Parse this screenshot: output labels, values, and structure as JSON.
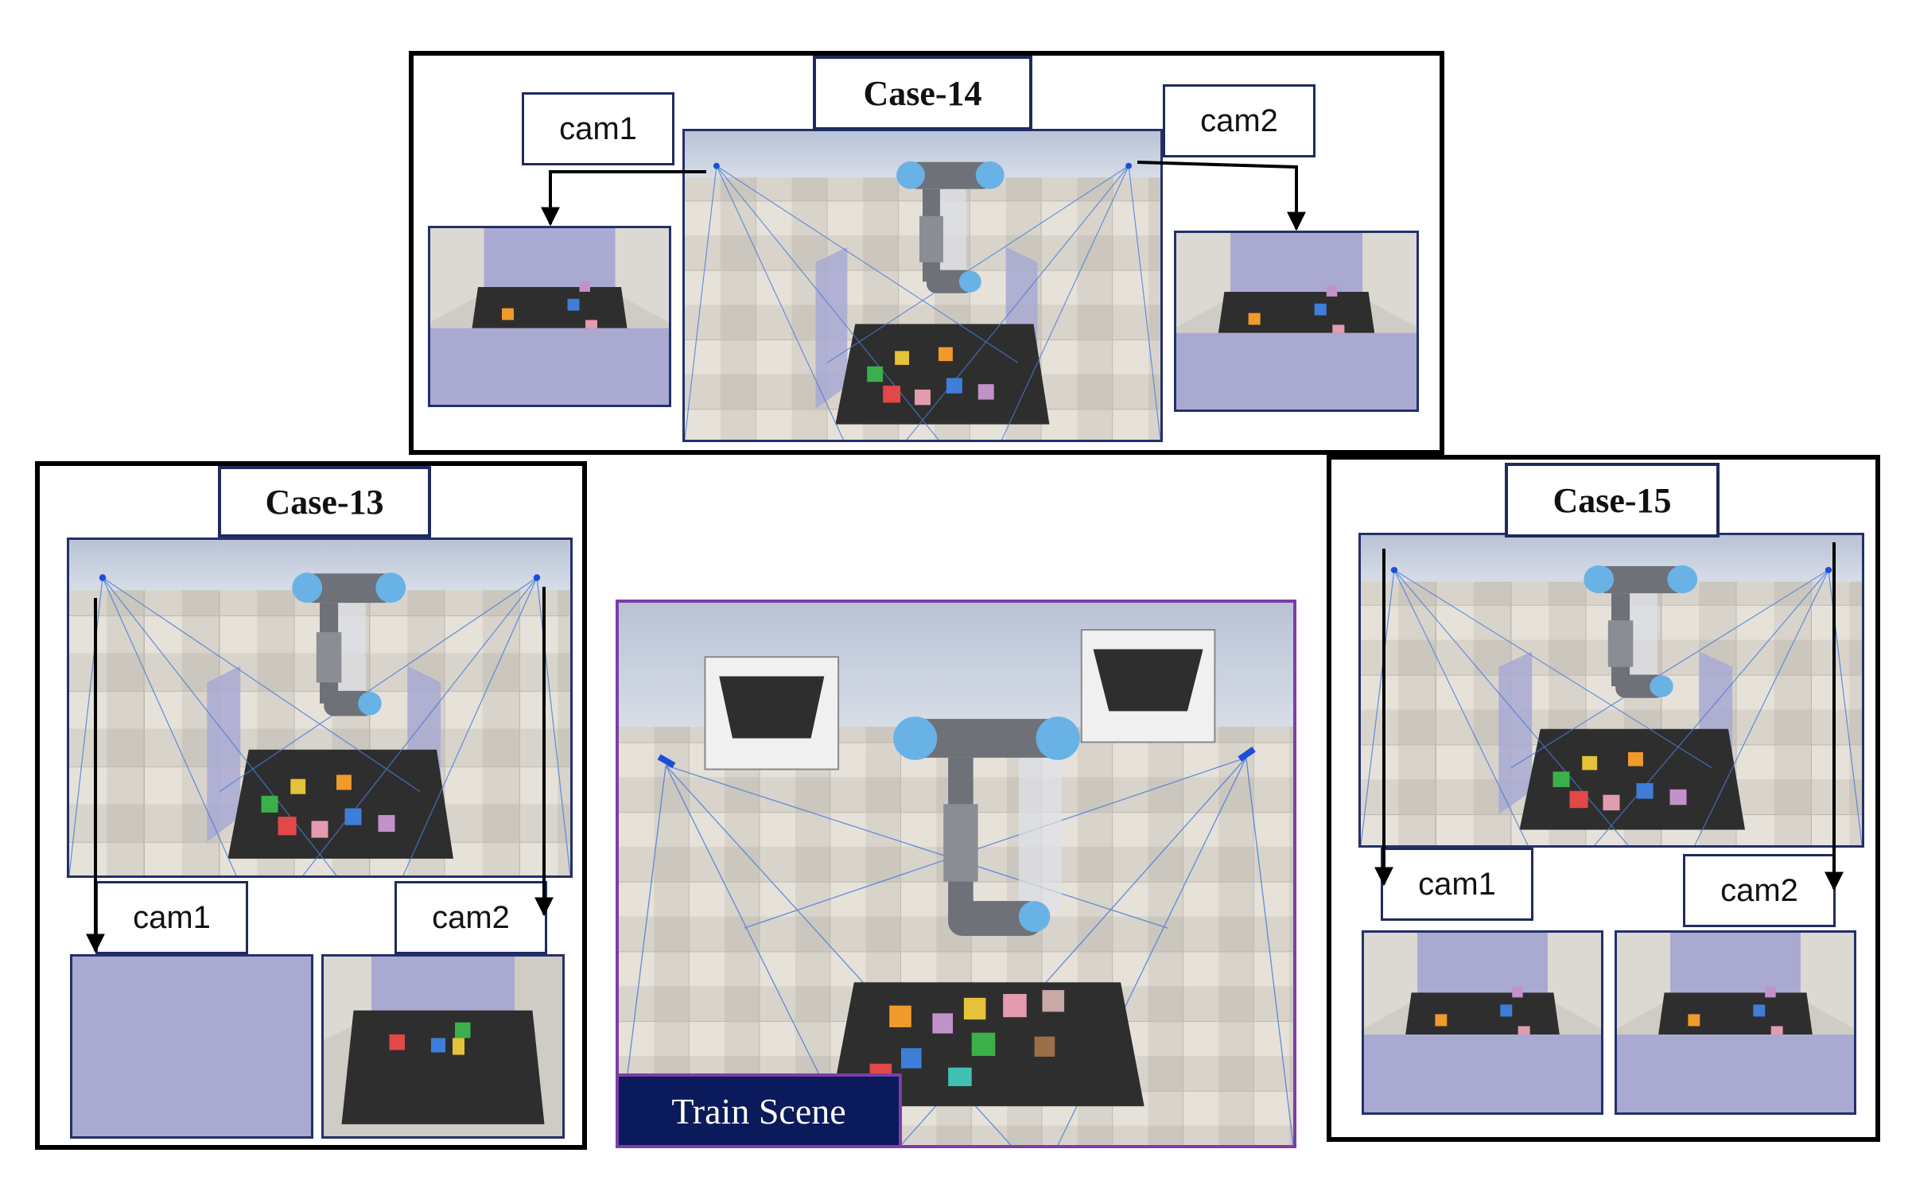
{
  "cases": {
    "case14": {
      "title": "Case-14",
      "cam1": "cam1",
      "cam2": "cam2"
    },
    "case13": {
      "title": "Case-13",
      "cam1": "cam1",
      "cam2": "cam2"
    },
    "case15": {
      "title": "Case-15",
      "cam1": "cam1",
      "cam2": "cam2"
    }
  },
  "train": {
    "label": "Train Scene"
  },
  "colors": {
    "frame": "#000000",
    "label_border": "#1f2a5e",
    "train_border": "#7b3fa6",
    "train_label_bg": "#0b1a5a",
    "wall": "#a9a9d2",
    "floor": "#d9d6d0",
    "mat": "#2e2e2e",
    "ray": "#4a7bd6"
  }
}
